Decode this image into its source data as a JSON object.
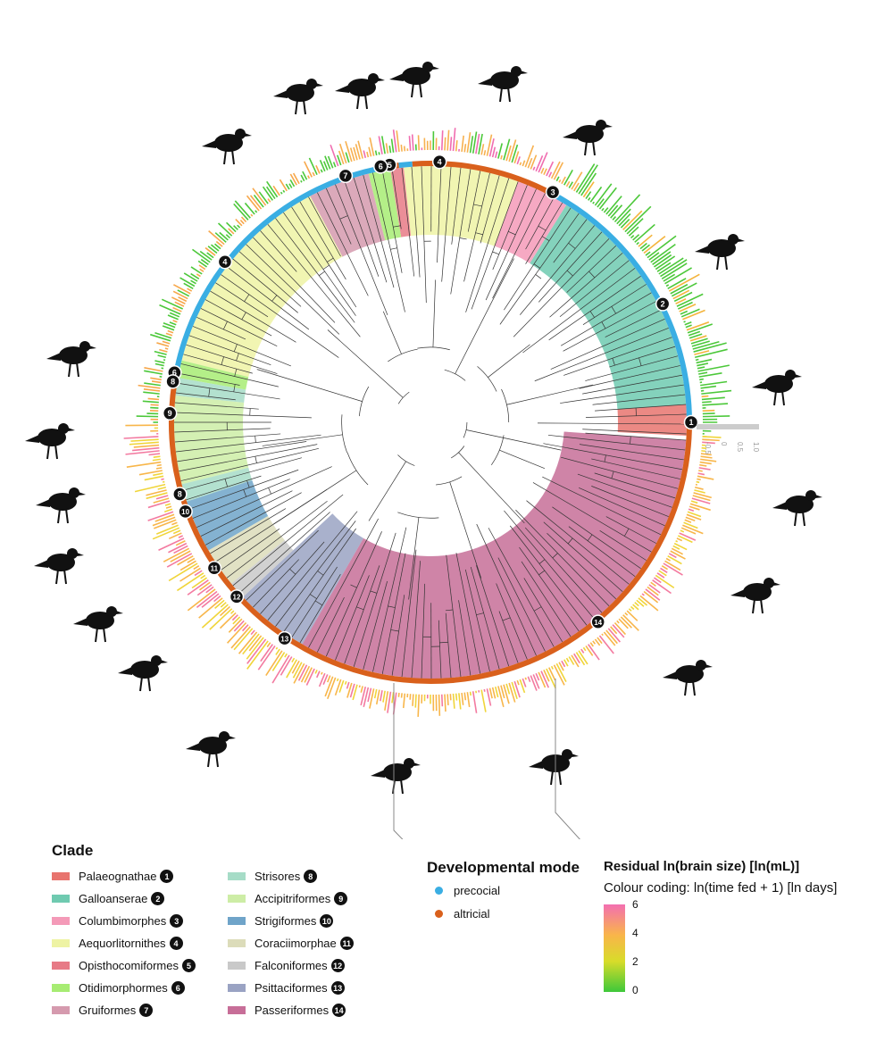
{
  "clade_legend": {
    "title": "Clade",
    "items": [
      {
        "n": "1",
        "label": "Palaeognathae",
        "color": "#e8746e"
      },
      {
        "n": "2",
        "label": "Galloanserae",
        "color": "#6fcab0"
      },
      {
        "n": "3",
        "label": "Columbimorphes",
        "color": "#f49ab8"
      },
      {
        "n": "4",
        "label": "Aequorlitornithes",
        "color": "#eef3a4"
      },
      {
        "n": "5",
        "label": "Opisthocomiformes",
        "color": "#e77a86"
      },
      {
        "n": "6",
        "label": "Otidimorphormes",
        "color": "#a7ec73"
      },
      {
        "n": "7",
        "label": "Gruiformes",
        "color": "#d59aae"
      },
      {
        "n": "8",
        "label": "Strisores",
        "color": "#a6dcc7"
      },
      {
        "n": "9",
        "label": "Accipitriformes",
        "color": "#cdeda6"
      },
      {
        "n": "10",
        "label": "Strigiformes",
        "color": "#6fa4c9"
      },
      {
        "n": "11",
        "label": "Coraciimorphae",
        "color": "#dcdcba"
      },
      {
        "n": "12",
        "label": "Falconiformes",
        "color": "#c9c9c9"
      },
      {
        "n": "13",
        "label": "Psittaciformes",
        "color": "#9aa3c3"
      },
      {
        "n": "14",
        "label": "Passeriformes",
        "color": "#c76e98"
      }
    ]
  },
  "developmental_mode": {
    "title": "Developmental mode",
    "items": [
      {
        "label": "precocial",
        "color": "#3aaee3"
      },
      {
        "label": "altricial",
        "color": "#d9601c"
      }
    ]
  },
  "brain_legend": {
    "title": "Residual ln(brain size) [ln(mL)]",
    "subtitle": "Colour coding: ln(time fed + 1) [ln days]",
    "ticks": [
      "6",
      "4",
      "2",
      "0"
    ]
  },
  "scale_ticks": [
    "-0.5",
    "0",
    "0.5",
    "1.0"
  ],
  "clade_markers": [
    {
      "n": "1",
      "angle": 0
    },
    {
      "n": "2",
      "angle": -27
    },
    {
      "n": "3",
      "angle": -62
    },
    {
      "n": "4",
      "angle": -88
    },
    {
      "n": "5",
      "angle": -99
    },
    {
      "n": "6",
      "angle": -101
    },
    {
      "n": "7",
      "angle": -109
    },
    {
      "n": "4",
      "angle": -142
    },
    {
      "n": "6",
      "angle": -169
    },
    {
      "n": "8",
      "angle": -171
    },
    {
      "n": "9",
      "angle": -178
    },
    {
      "n": "8",
      "angle": -196
    },
    {
      "n": "10",
      "angle": -200
    },
    {
      "n": "11",
      "angle": -214
    },
    {
      "n": "12",
      "angle": -222
    },
    {
      "n": "13",
      "angle": -236
    },
    {
      "n": "14",
      "angle": -310
    }
  ],
  "silhouettes": [
    "ostrich-silhouette",
    "duck-silhouette",
    "pigeon-silhouette",
    "gull-silhouette",
    "hoatzin-silhouette",
    "bustard-silhouette",
    "crane-silhouette",
    "stork-silhouette",
    "hummingbird-silhouette",
    "eagle-silhouette",
    "nightjar-silhouette",
    "owl-silhouette",
    "hoopoe-silhouette",
    "falcon-silhouette",
    "parrot-silhouette",
    "songbird-silhouette",
    "crow-silhouette",
    "sparrow-silhouette",
    "finch-silhouette",
    "robin-silhouette"
  ]
}
